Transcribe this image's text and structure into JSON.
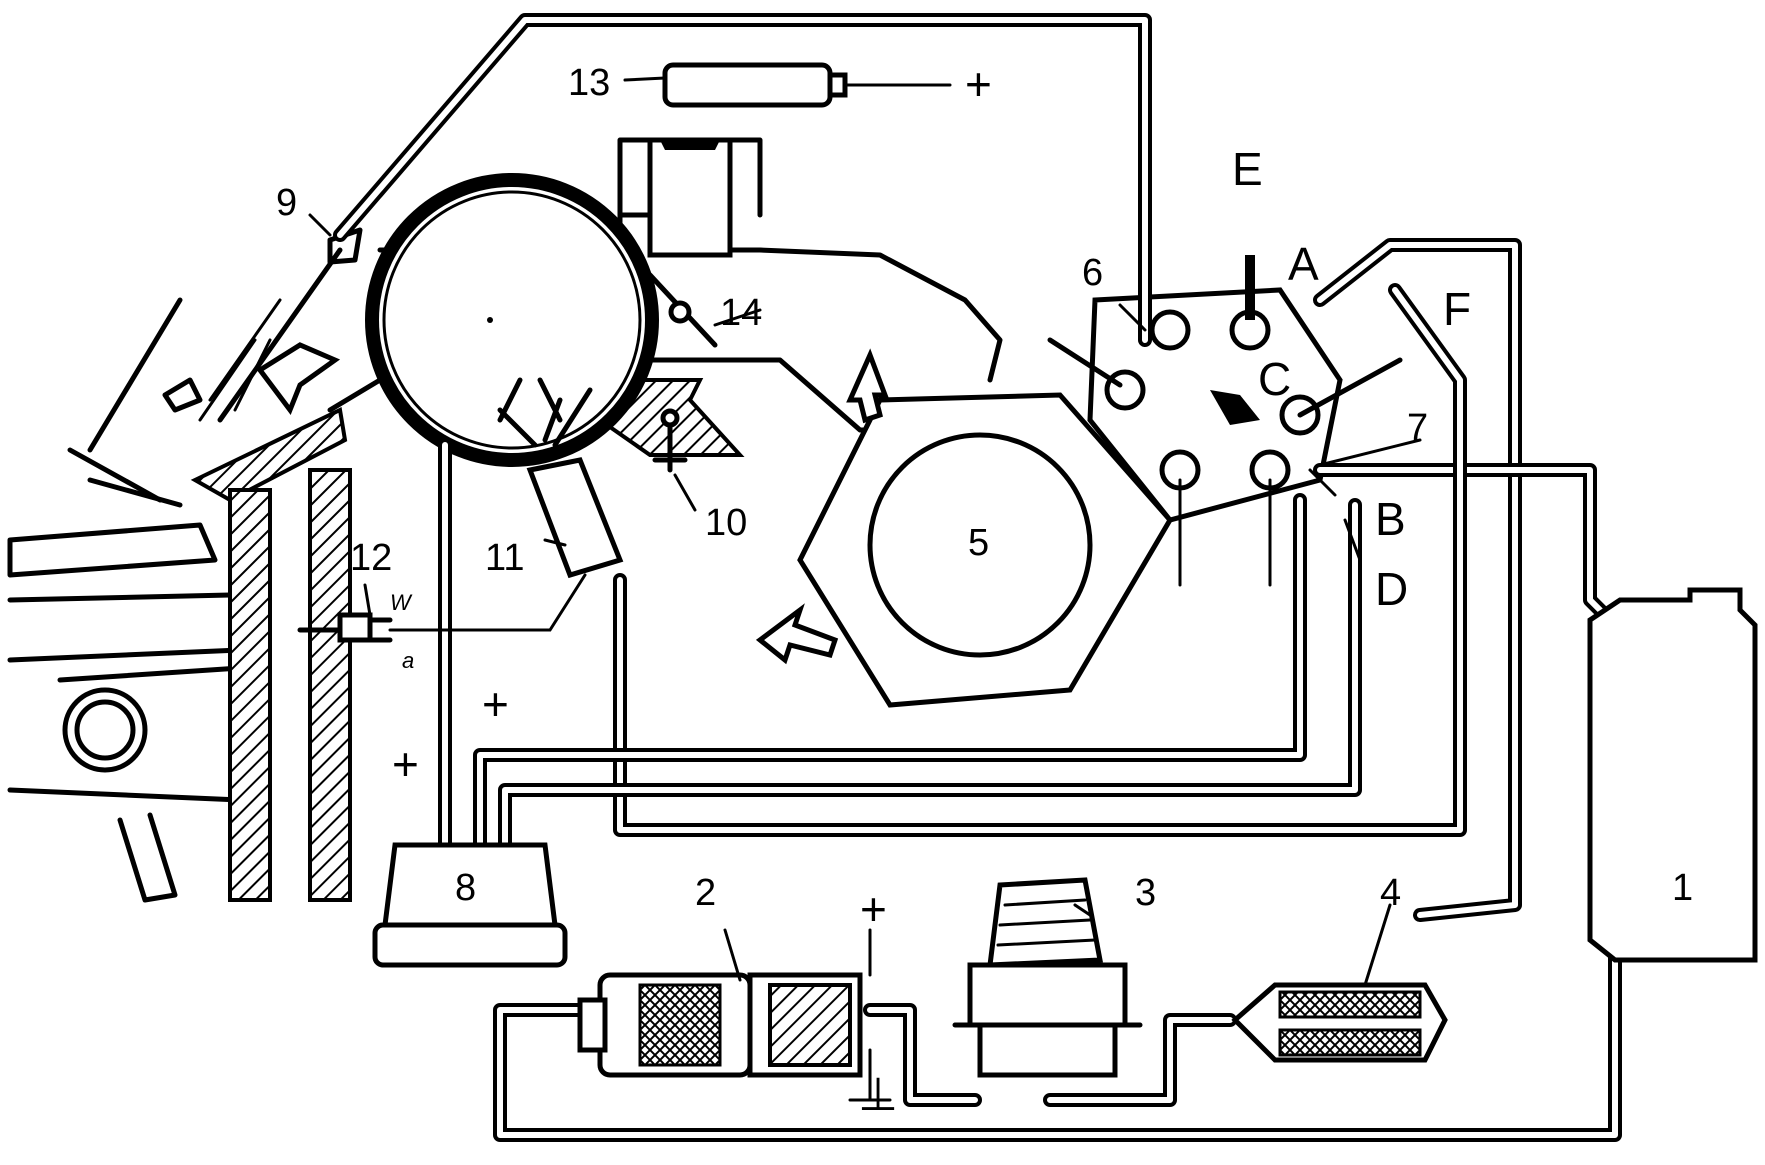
{
  "diagram": {
    "callouts": {
      "n1": "1",
      "n2": "2",
      "n3": "3",
      "n4": "4",
      "n5": "5",
      "n6": "6",
      "n7": "7",
      "n8": "8",
      "n9": "9",
      "n10": "10",
      "n11": "11",
      "n12": "12",
      "n13": "13",
      "n14": "14"
    },
    "letters": {
      "A": "A",
      "B": "B",
      "C": "C",
      "D": "D",
      "E": "E",
      "F": "F"
    },
    "terminals": {
      "plus": "+",
      "ground": "⊥"
    },
    "sensor_wires": {
      "w": "W",
      "a": "a"
    }
  }
}
